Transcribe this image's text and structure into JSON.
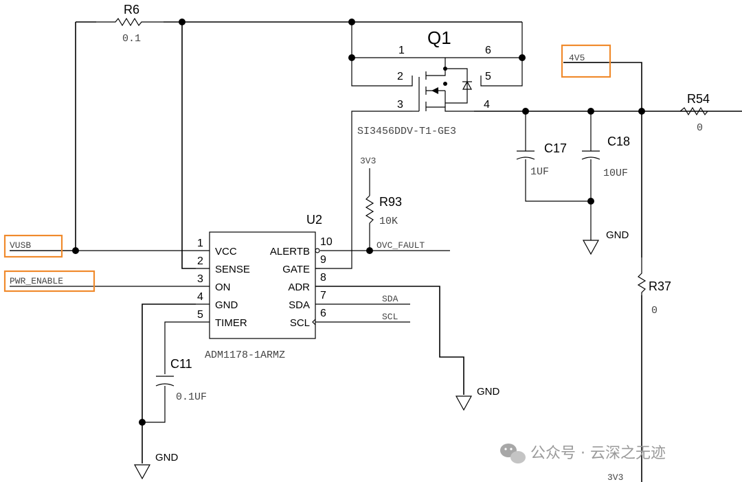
{
  "nets": {
    "vusb": "VUSB",
    "pwr_enable": "PWR_ENABLE",
    "v4v5": "4V5",
    "v3v3_r93": "3V3",
    "v3v3_bottom": "3V3",
    "ovc_fault": "OVC_FAULT",
    "sda": "SDA",
    "scl": "SCL",
    "gnd_c17c18": "GND",
    "gnd_adr": "GND",
    "gnd_u2": "GND"
  },
  "components": {
    "r6": {
      "ref": "R6",
      "value": "0.1"
    },
    "r54": {
      "ref": "R54",
      "value": "0"
    },
    "r93": {
      "ref": "R93",
      "value": "10K"
    },
    "r37": {
      "ref": "R37",
      "value": "0"
    },
    "c17": {
      "ref": "C17",
      "value": "1UF"
    },
    "c18": {
      "ref": "C18",
      "value": "10UF"
    },
    "c11": {
      "ref": "C11",
      "value": "0.1UF"
    },
    "q1": {
      "ref": "Q1",
      "part": "SI3456DDV-T1-GE3",
      "pins": [
        "1",
        "2",
        "3",
        "4",
        "5",
        "6"
      ]
    },
    "u2": {
      "ref": "U2",
      "part": "ADM1178-1ARMZ",
      "left_pins": [
        {
          "num": "1",
          "name": "VCC"
        },
        {
          "num": "2",
          "name": "SENSE"
        },
        {
          "num": "3",
          "name": "ON"
        },
        {
          "num": "4",
          "name": "GND"
        },
        {
          "num": "5",
          "name": "TIMER"
        }
      ],
      "right_pins": [
        {
          "num": "10",
          "name": "ALERTB"
        },
        {
          "num": "9",
          "name": "GATE"
        },
        {
          "num": "8",
          "name": "ADR"
        },
        {
          "num": "7",
          "name": "SDA"
        },
        {
          "num": "6",
          "name": "SCL"
        }
      ]
    }
  },
  "watermark": {
    "text": "公众号 · 云深之无迹",
    "icon": "wechat-icon"
  },
  "colors": {
    "highlight": "#f08a2c",
    "wire": "#000000",
    "label": "#444444"
  }
}
